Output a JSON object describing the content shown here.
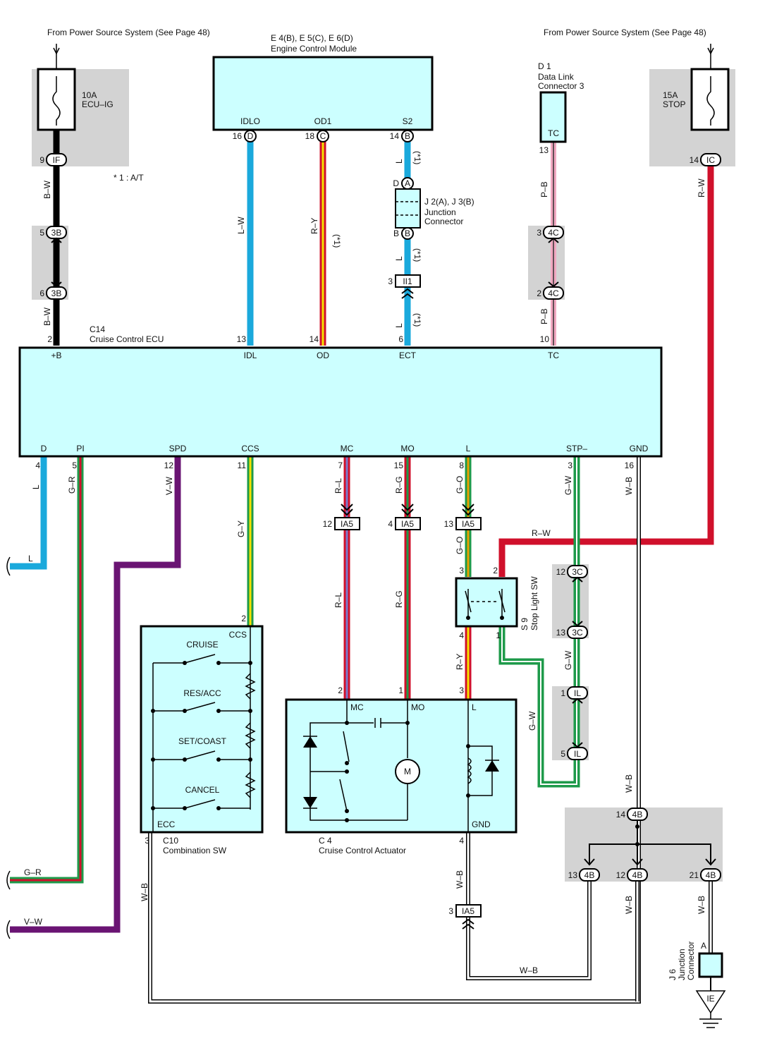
{
  "colors": {
    "box_fill": "#ccffff",
    "grey_bg": "#d3d3d3",
    "blue": "#1aa9dc",
    "black": "#000000",
    "red": "#d0102b",
    "yellow": "#f5e100",
    "purple": "#6a1473",
    "pink": "#f0a8c0",
    "green": "#1e9a4a",
    "olive": "#c8b400",
    "white": "#ffffff"
  },
  "power": {
    "left_source": "From Power Source System (See Page 48)",
    "right_source": "From Power Source System (See Page 48)",
    "fuse_left_rating": "10A",
    "fuse_left_name": "ECU–IG",
    "fuse_right_rating": "15A",
    "fuse_right_name": "STOP",
    "note": "* 1 : A/T"
  },
  "ecm": {
    "code": "E 4(B), E 5(C), E 6(D)",
    "name": "Engine Control Module",
    "pins": {
      "idlo": "IDLO",
      "od1": "OD1",
      "s2": "S2"
    },
    "pin_nums": {
      "idlo": "16",
      "od1": "18",
      "s2": "14"
    },
    "conn": {
      "idlo": "D",
      "od1": "C",
      "s2": "B"
    }
  },
  "dlc": {
    "code": "D 1",
    "name1": "Data Link",
    "name2": "Connector 3",
    "pin": "TC",
    "pin_num": "13"
  },
  "jc": {
    "code": "J 2(A), J 3(B)",
    "name1": "Junction",
    "name2": "Connector",
    "top_pin": "D",
    "top_conn": "A",
    "bottom_pin": "B",
    "bottom_conn": "B"
  },
  "ecu": {
    "code": "C14",
    "name": "Cruise Control ECU",
    "top_pins": [
      "+B",
      "IDL",
      "OD",
      "ECT",
      "TC"
    ],
    "top_nums": [
      "2",
      "13",
      "14",
      "6",
      "10"
    ],
    "bottom_pins": [
      "D",
      "PI",
      "SPD",
      "CCS",
      "MC",
      "MO",
      "L",
      "STP–",
      "GND"
    ],
    "bottom_nums": [
      "4",
      "5",
      "12",
      "11",
      "7",
      "15",
      "8",
      "3",
      "16"
    ]
  },
  "connectors": {
    "if": "IF",
    "if_num": "9",
    "3b_top": "3B",
    "3b_top_num": "5",
    "3b_bot": "3B",
    "3b_bot_num": "6",
    "ii1": "II1",
    "ii1_num": "3",
    "4c_top": "4C",
    "4c_top_num": "3",
    "4c_bot": "4C",
    "4c_bot_num": "2",
    "ic": "IC",
    "ic_num": "14",
    "ia5_mc": "IA5",
    "ia5_mc_num": "12",
    "ia5_mo": "IA5",
    "ia5_mo_num": "4",
    "ia5_l": "IA5",
    "ia5_l_num": "13",
    "3c_top": "3C",
    "3c_top_num": "12",
    "3c_bot": "3C",
    "3c_bot_num": "13",
    "il_top": "IL",
    "il_top_num": "1",
    "il_bot": "IL",
    "il_bot_num": "5",
    "4b_top": "4B",
    "4b_top_num": "14",
    "4b_a": "4B",
    "4b_a_num": "13",
    "4b_b": "4B",
    "4b_b_num": "12",
    "4b_c": "4B",
    "4b_c_num": "21",
    "ia5_gnd": "IA5",
    "ia5_gnd_num": "3",
    "ie": "IE"
  },
  "wires": {
    "bw1": "B–W",
    "bw2": "B–W",
    "lw": "L–W",
    "ry_top": "R–Y",
    "star1_a": "(*1)",
    "l1": "L",
    "star1_b": "(*1)",
    "l2": "L",
    "star1_c": "(*1)",
    "l3": "L",
    "star1_d": "(*1)",
    "pb1": "P–B",
    "pb2": "P–B",
    "rw_right": "R–W",
    "l_bottom": "L",
    "l_end": "L",
    "gr": "G–R",
    "gr_end": "G–R",
    "vw": "V–W",
    "vw_end": "V–W",
    "gy": "G–Y",
    "rl1": "R–L",
    "rl2": "R–L",
    "rg1": "R–G",
    "rg2": "R–G",
    "go1": "G–O",
    "go2": "G–O",
    "gw1": "G–W",
    "gw2": "G–W",
    "gw3": "G–W",
    "wb_gnd": "W–B",
    "rw_sw": "R–W",
    "ry_sw": "R–Y",
    "wb_cs": "W–B",
    "wb_act": "W–B",
    "wb_4b_up": "W–B",
    "wb_bottom": "W–B",
    "wb_4b_b": "W–B",
    "wb_4b_c": "W–B"
  },
  "stop_sw": {
    "code": "S 9",
    "name": "Stop Light SW",
    "pin1": "3",
    "pin2": "2",
    "pin3": "4",
    "pin4": "1"
  },
  "combo_sw": {
    "code": "C10",
    "name": "Combination SW",
    "ccs": "CCS",
    "ccs_num": "2",
    "ecc": "ECC",
    "ecc_num": "3",
    "switches": [
      "CRUISE",
      "RES/ACC",
      "SET/COAST",
      "CANCEL"
    ]
  },
  "actuator": {
    "code": "C 4",
    "name": "Cruise Control Actuator",
    "mc": "MC",
    "mo": "MO",
    "l": "L",
    "gnd": "GND",
    "mc_num": "2",
    "mo_num": "1",
    "l_num": "3",
    "gnd_num": "4",
    "motor": "M"
  },
  "jc6": {
    "code": "J 6",
    "name1": "Junction",
    "name2": "Connector",
    "pin": "A"
  }
}
